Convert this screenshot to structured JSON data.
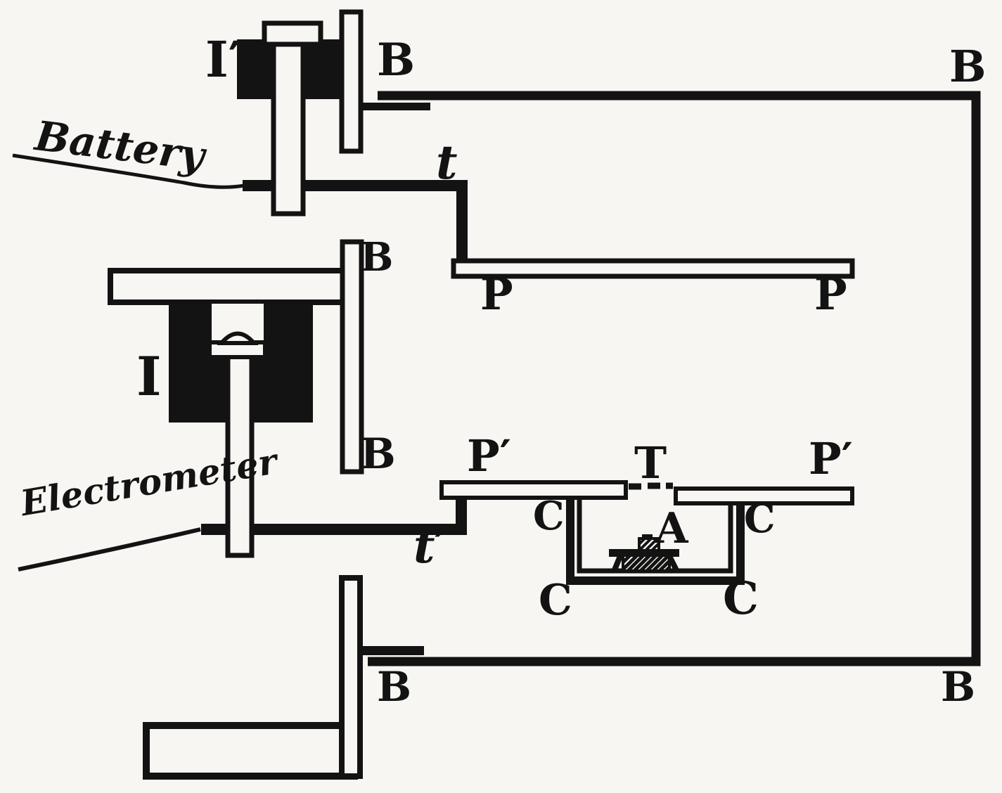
{
  "figure": {
    "description": "Engraved physics diagram of an ionization chamber connected to a battery and electrometer",
    "colors": {
      "ink": "#131313",
      "paper": "#f7f6f2"
    },
    "labels": {
      "battery": "Battery",
      "electrometer": "Electrometer",
      "insulator_prime": "I′",
      "insulator": "I",
      "b_top_left": "B",
      "b_top_right": "B",
      "b_mid_top": "B",
      "b_mid_bottom": "B",
      "b_bottom_left": "B",
      "b_bottom_right": "B",
      "key_t": "t",
      "key_t_prime": "t′",
      "plate_p_left": "P",
      "plate_p_right": "P",
      "plate_p_prime_left": "P′",
      "plate_p_prime_right": "P′",
      "aperture_t": "T",
      "chamber_c_top_left": "C",
      "chamber_c_top_right": "C",
      "chamber_c_bottom_left": "C",
      "chamber_c_bottom_right": "C",
      "sample_a": "A"
    }
  }
}
